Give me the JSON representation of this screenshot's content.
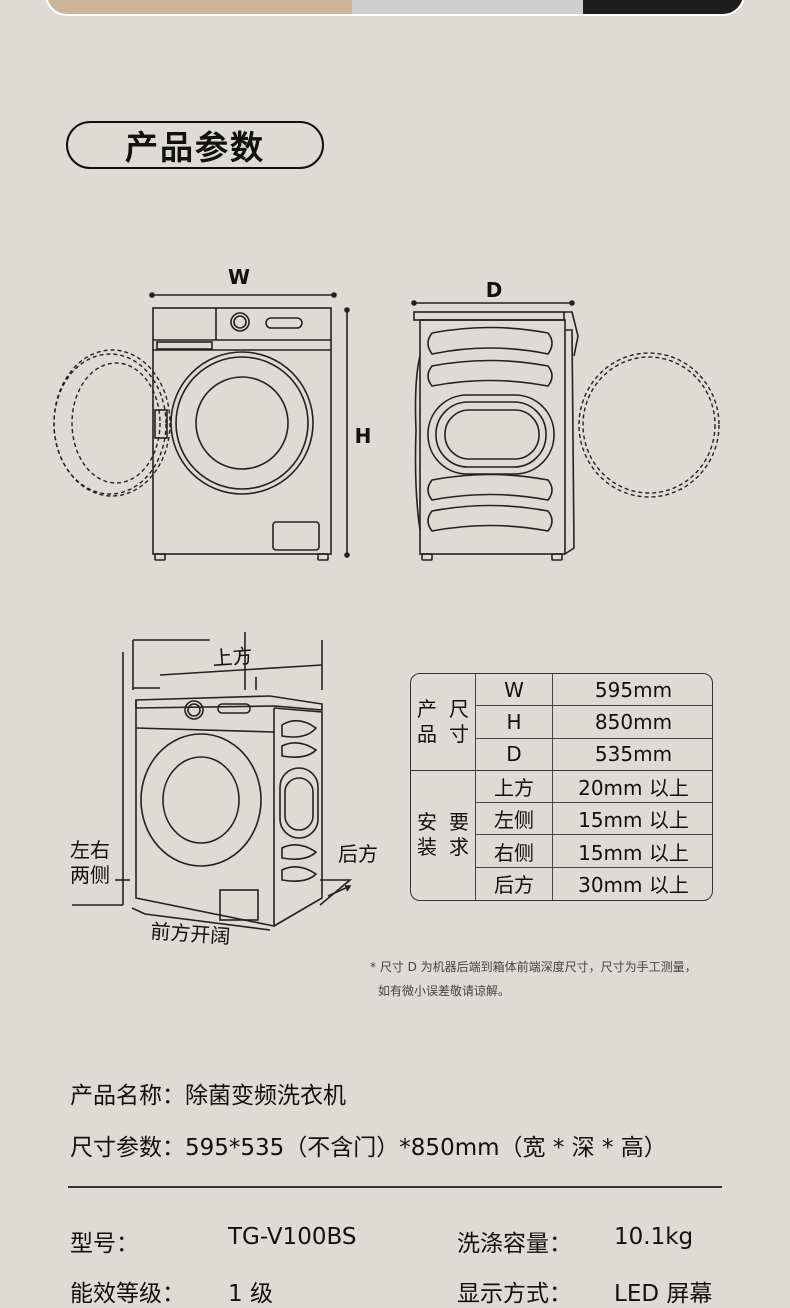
{
  "section_title": "产品参数",
  "diagram_labels": {
    "width": "W",
    "depth": "D",
    "height": "H",
    "top": "上方",
    "sides": [
      "左右",
      "两侧"
    ],
    "back": "后方",
    "front": "前方开阔"
  },
  "spec_table": {
    "product_size_label": [
      "产品",
      "尺寸"
    ],
    "dimensions": [
      {
        "key": "W",
        "value": "595mm"
      },
      {
        "key": "H",
        "value": "850mm"
      },
      {
        "key": "D",
        "value": "535mm"
      }
    ],
    "install_label": [
      "安装",
      "要求"
    ],
    "clearances": [
      {
        "key": "上方",
        "value": "20mm 以上"
      },
      {
        "key": "左侧",
        "value": "15mm 以上"
      },
      {
        "key": "右侧",
        "value": "15mm 以上"
      },
      {
        "key": "后方",
        "value": "30mm 以上"
      }
    ]
  },
  "footnote": {
    "line1": "* 尺寸 D 为机器后端到箱体前端深度尺寸，尺寸为手工测量，",
    "line2": "如有微小误差敬请谅解。"
  },
  "product_info": {
    "name_label": "产品名称：",
    "name_value": "除菌变频洗衣机",
    "size_label": "尺寸参数：",
    "size_value": "595*535（不含门）*850mm（宽 * 深 * 高）"
  },
  "specs": {
    "model_label": "型号：",
    "model_value": "TG-V100BS",
    "capacity_label": "洗涤容量：",
    "capacity_value": "10.1kg",
    "energy_label": "能效等级：",
    "energy_value": "1 级",
    "display_label": "显示方式：",
    "display_value": "LED 屏幕"
  }
}
